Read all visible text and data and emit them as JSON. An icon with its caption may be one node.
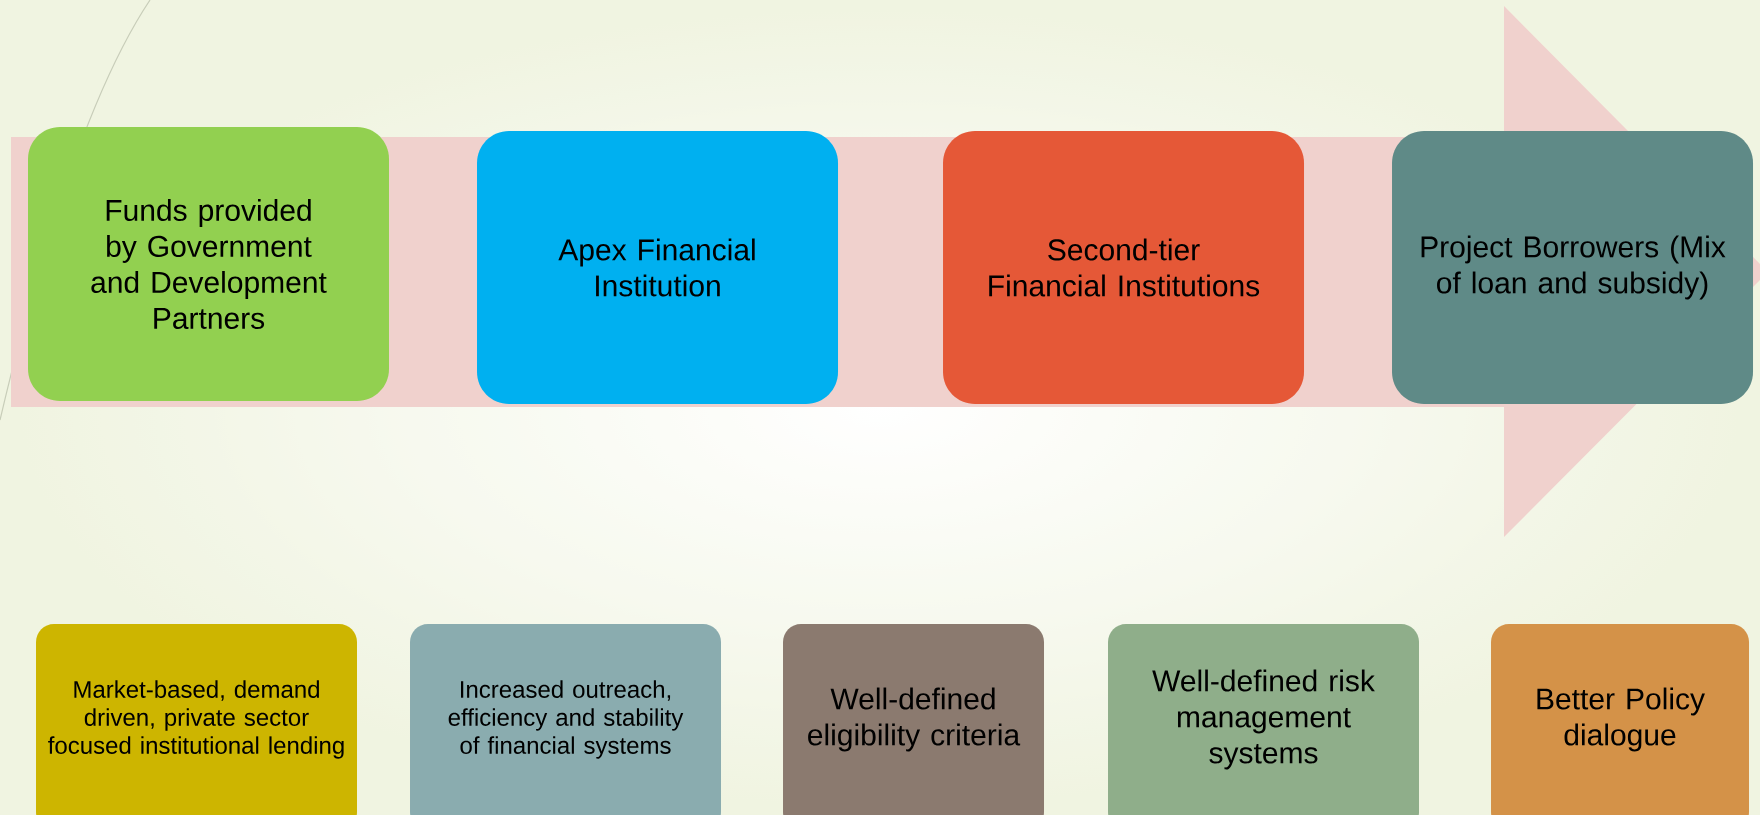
{
  "diagram": {
    "nodes": [
      {
        "text": [
          "Funds provided by Government and Development Partners"
        ]
      },
      {
        "text": [
          "Apex Financial Institution"
        ]
      },
      {
        "text": [
          "Second-tier Financial Institutions"
        ]
      },
      {
        "text": [
          "Project Borrowers (Mix of loan and subsidy)"
        ]
      },
      {
        "text": [
          "Market-based, demand driven, private sector focused institutional lending"
        ]
      },
      {
        "text": [
          "Increased outreach, efficiency and stability of financial systems"
        ]
      },
      {
        "text": [
          "Well-defined eligibility criteria"
        ]
      },
      {
        "text": [
          "Well-defined risk management systems"
        ]
      },
      {
        "text": [
          "Better Policy dialogue"
        ]
      }
    ]
  }
}
